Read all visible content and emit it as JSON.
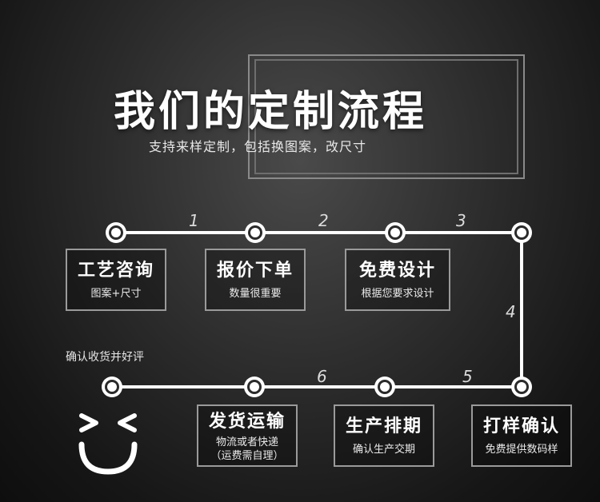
{
  "title": "我们的定制流程",
  "subtitle": "支持来样定制，包括换图案，改尺寸",
  "steps": [
    {
      "title": "工艺咨询",
      "desc": "图案+尺寸"
    },
    {
      "title": "报价下单",
      "desc": "数量很重要"
    },
    {
      "title": "免费设计",
      "desc": "根据您要求设计"
    },
    {
      "title": "打样确认",
      "desc": "免费提供数码样"
    },
    {
      "title": "生产排期",
      "desc": "确认生产交期"
    },
    {
      "title": "发货运输",
      "desc": "物流或者快递",
      "desc2": "（运费需自理）"
    }
  ],
  "numbers": [
    "1",
    "2",
    "3",
    "4",
    "5",
    "6"
  ],
  "final_note": "确认收货并好评",
  "colors": {
    "line": "#ffffff",
    "node_fill": "#ffffff",
    "node_ring": "#2a2a2a",
    "box_border": "#9a9a9a"
  },
  "icons": [
    "smiley-face-icon"
  ]
}
